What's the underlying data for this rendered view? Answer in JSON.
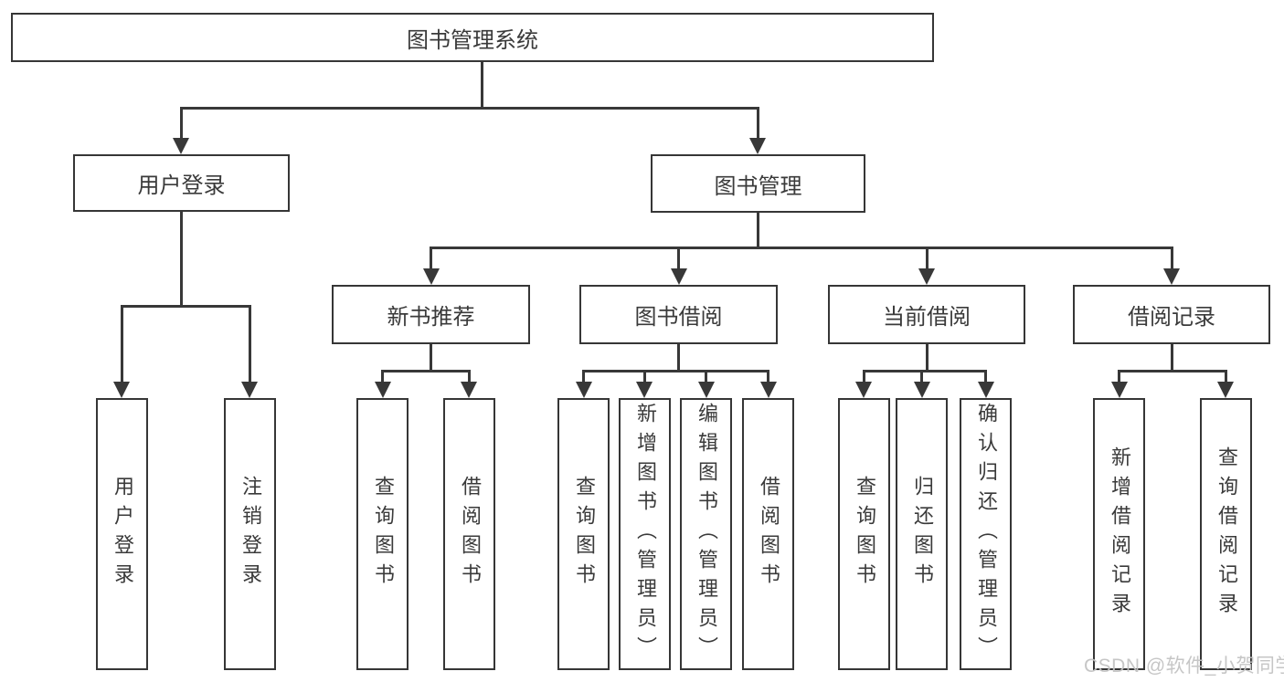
{
  "tree": {
    "root": "图书管理系统",
    "branches": [
      {
        "label": "用户登录",
        "children": [
          "用户登录",
          "注销登录"
        ]
      },
      {
        "label": "图书管理",
        "groups": [
          {
            "label": "新书推荐",
            "children": [
              "查询图书",
              "借阅图书"
            ]
          },
          {
            "label": "图书借阅",
            "children": [
              "查询图书",
              "新增图书（管理员）",
              "编辑图书（管理员）",
              "借阅图书"
            ]
          },
          {
            "label": "当前借阅",
            "children": [
              "查询图书",
              "归还图书",
              "确认归还（管理员）"
            ]
          },
          {
            "label": "借阅记录",
            "children": [
              "新增借阅记录",
              "查询借阅记录"
            ]
          }
        ]
      }
    ]
  },
  "watermark": "CSDN @软件_小贺同学",
  "colors": {
    "line": "#383838",
    "box_border": "#363636",
    "text": "#3a3a3a",
    "watermark": "#c3c3c3",
    "background": "#ffffff"
  }
}
